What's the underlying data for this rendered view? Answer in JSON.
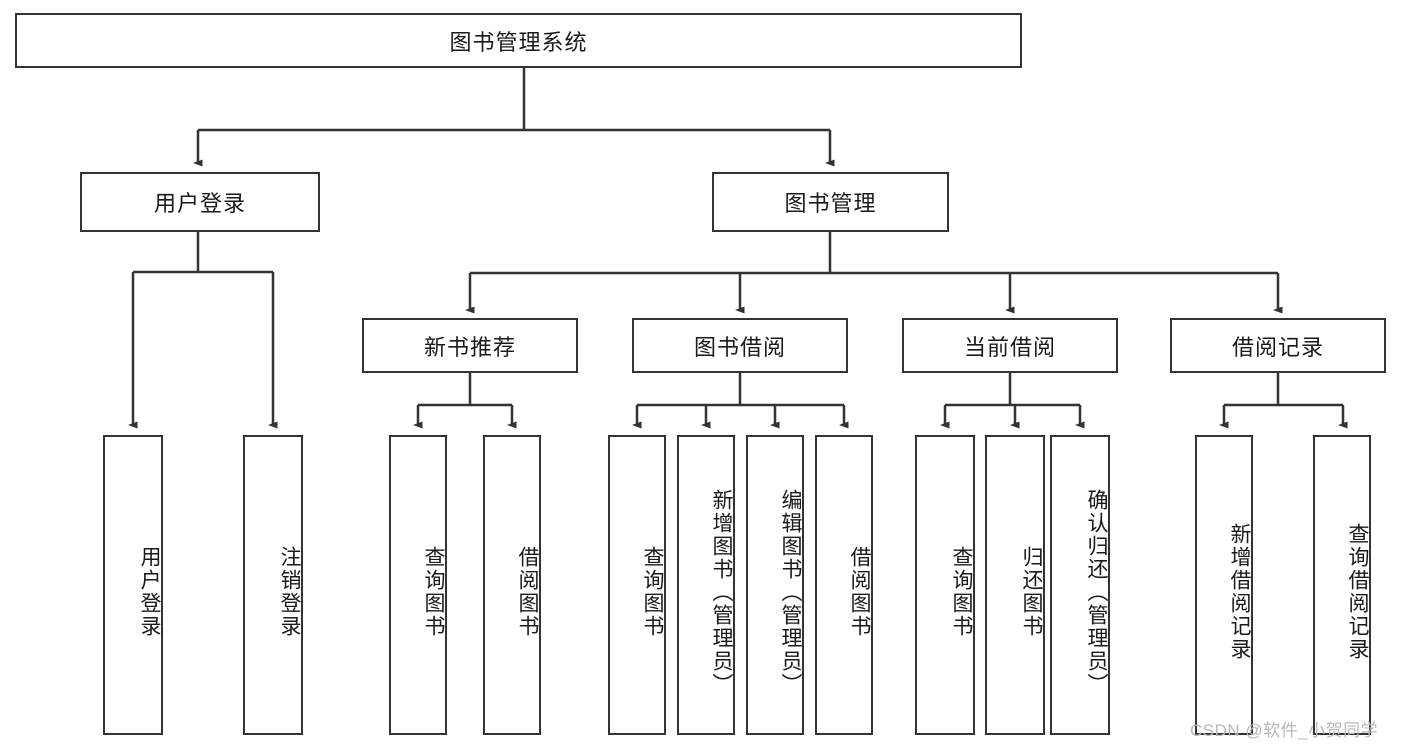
{
  "diagram": {
    "type": "tree",
    "title": "图书管理系统",
    "root": {
      "id": "root",
      "label": "图书管理系统"
    },
    "level1": [
      {
        "id": "user-login",
        "label": "用户登录"
      },
      {
        "id": "book-manage",
        "label": "图书管理"
      }
    ],
    "level2": [
      {
        "id": "new-book-recommend",
        "label": "新书推荐",
        "parent": "book-manage"
      },
      {
        "id": "book-borrow",
        "label": "图书借阅",
        "parent": "book-manage"
      },
      {
        "id": "current-borrow",
        "label": "当前借阅",
        "parent": "book-manage"
      },
      {
        "id": "borrow-record",
        "label": "借阅记录",
        "parent": "book-manage"
      }
    ],
    "leaves": [
      {
        "id": "leaf-user-login",
        "label": "用户登录",
        "parent": "user-login"
      },
      {
        "id": "leaf-logout-login",
        "label": "注销登录",
        "parent": "user-login"
      },
      {
        "id": "leaf-query-book-recommend",
        "label": "查询图书",
        "parent": "new-book-recommend"
      },
      {
        "id": "leaf-borrow-book-recommend",
        "label": "借阅图书",
        "parent": "new-book-recommend"
      },
      {
        "id": "leaf-query-book-borrow",
        "label": "查询图书",
        "parent": "book-borrow"
      },
      {
        "id": "leaf-add-book",
        "label": "新增图书（管理员）",
        "parent": "book-borrow"
      },
      {
        "id": "leaf-edit-book",
        "label": "编辑图书（管理员）",
        "parent": "book-borrow"
      },
      {
        "id": "leaf-borrow-book",
        "label": "借阅图书",
        "parent": "book-borrow"
      },
      {
        "id": "leaf-query-book-current",
        "label": "查询图书",
        "parent": "current-borrow"
      },
      {
        "id": "leaf-return-book",
        "label": "归还图书",
        "parent": "current-borrow"
      },
      {
        "id": "leaf-confirm-return",
        "label": "确认归还（管理员）",
        "parent": "current-borrow"
      },
      {
        "id": "leaf-add-borrow-record",
        "label": "新增借阅记录",
        "parent": "borrow-record"
      },
      {
        "id": "leaf-query-borrow-record",
        "label": "查询借阅记录",
        "parent": "borrow-record"
      }
    ],
    "colors": {
      "border": "#333333",
      "box_fill": "#ffffff",
      "background": "#ffffff",
      "text": "#1a1a1a",
      "watermark": "#b8b8b8"
    }
  },
  "watermark": {
    "text": "CSDN @软件_小贺同学"
  }
}
